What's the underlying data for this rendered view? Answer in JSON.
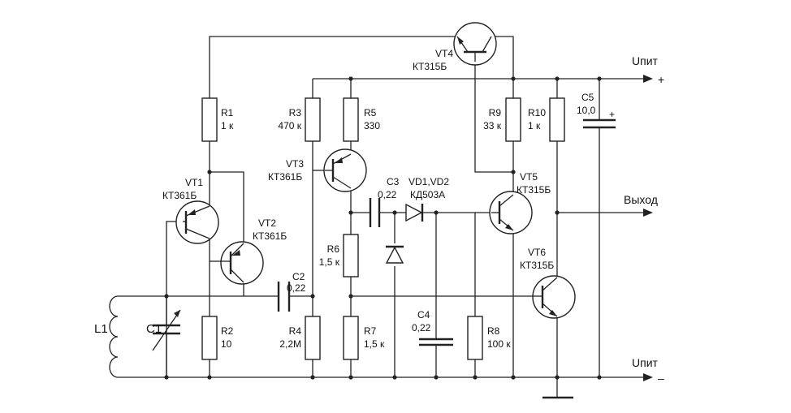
{
  "components": {
    "R1": {
      "ref": "R1",
      "value": "1 к"
    },
    "R2": {
      "ref": "R2",
      "value": "10"
    },
    "R3": {
      "ref": "R3",
      "value": "470 к"
    },
    "R4": {
      "ref": "R4",
      "value": "2,2М"
    },
    "R5": {
      "ref": "R5",
      "value": "330"
    },
    "R6": {
      "ref": "R6",
      "value": "1,5 к"
    },
    "R7": {
      "ref": "R7",
      "value": "1,5 к"
    },
    "R8": {
      "ref": "R8",
      "value": "100 к"
    },
    "R9": {
      "ref": "R9",
      "value": "33 к"
    },
    "R10": {
      "ref": "R10",
      "value": "1 к"
    },
    "C1": {
      "ref": "C1"
    },
    "C2": {
      "ref": "C2",
      "value": "0,22"
    },
    "C3": {
      "ref": "C3",
      "value": "0,22"
    },
    "C4": {
      "ref": "C4",
      "value": "0,22"
    },
    "C5": {
      "ref": "C5",
      "value": "10,0",
      "polarity": "+"
    },
    "L1": {
      "ref": "L1"
    },
    "VD": {
      "ref": "VD1,VD2",
      "part": "КД503А"
    },
    "VT1": {
      "ref": "VT1",
      "part": "КТ361Б"
    },
    "VT2": {
      "ref": "VT2",
      "part": "КТ361Б"
    },
    "VT3": {
      "ref": "VT3",
      "part": "КТ361Б"
    },
    "VT4": {
      "ref": "VT4",
      "part": "КТ315Б"
    },
    "VT5": {
      "ref": "VT5",
      "part": "КТ315Б"
    },
    "VT6": {
      "ref": "VT6",
      "part": "КТ315Б"
    }
  },
  "terminals": {
    "supply_pos": {
      "label": "Uпит",
      "sign": "+"
    },
    "supply_neg": {
      "label": "Uпит",
      "sign": "–"
    },
    "output": {
      "label": "Выход"
    }
  }
}
